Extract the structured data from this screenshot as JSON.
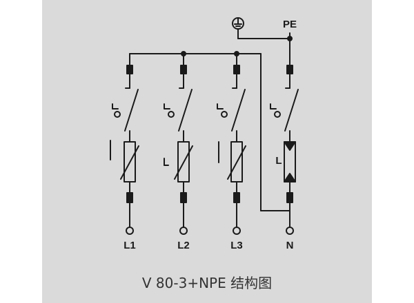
{
  "diagram": {
    "caption": "V 80-3+NPE 结构图",
    "labels": {
      "pe": "PE",
      "ground": "⏚",
      "terminals": [
        "L1",
        "L2",
        "L3",
        "N"
      ],
      "gdt_marker": "L"
    },
    "colors": {
      "background": "#dadada",
      "line": "#1a1a1a",
      "caption": "#333333"
    }
  }
}
